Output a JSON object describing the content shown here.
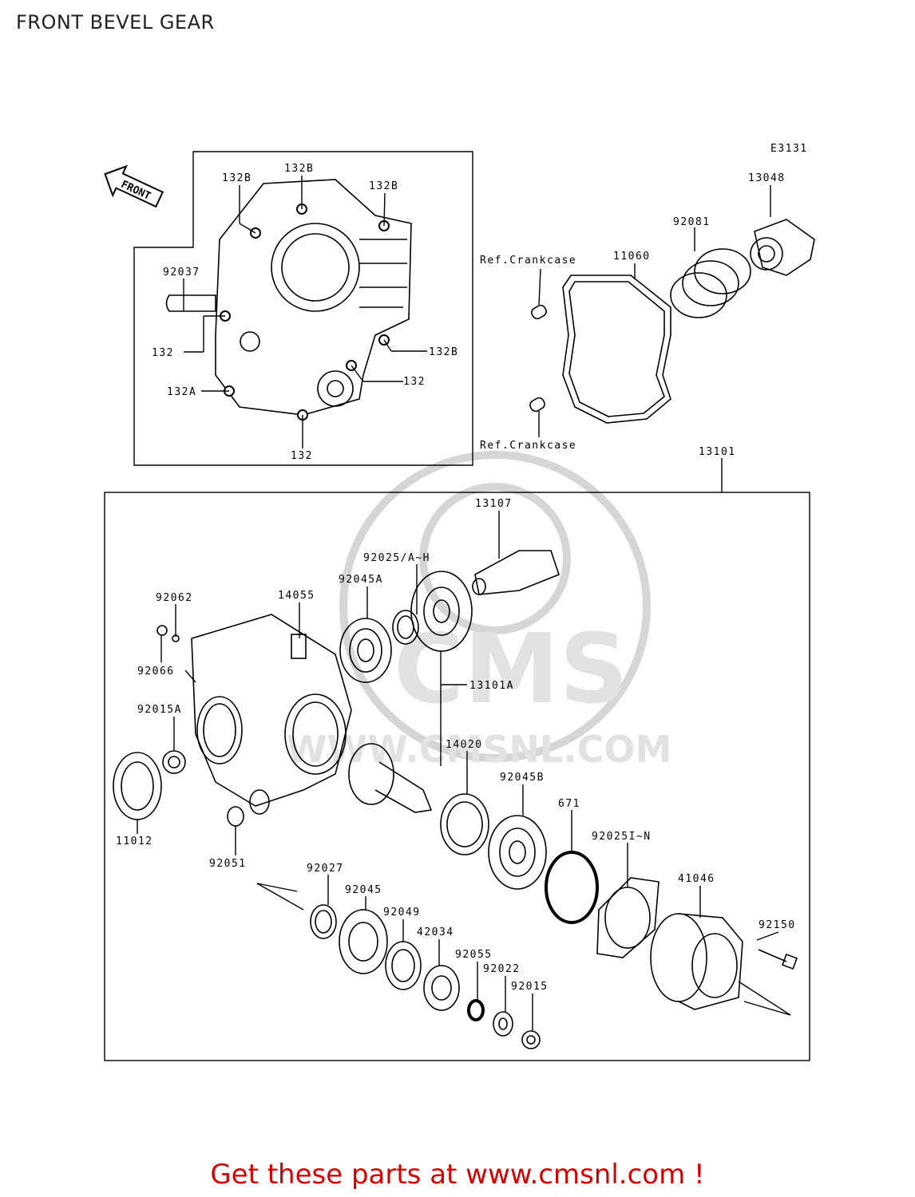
{
  "title": "FRONT BEVEL GEAR",
  "diagram_code": "E3131",
  "front_arrow_text": "FRONT",
  "watermark_text": "WWW.CMSNL.COM",
  "watermark_logo_text": "CMS",
  "footer": "Get these parts at www.cmsnl.com !",
  "labels": {
    "p132B_1": "132B",
    "p132B_2": "132B",
    "p132B_3": "132B",
    "p92037": "92037",
    "p132_a": "132",
    "p132B_4": "132B",
    "p132_b": "132",
    "p132A": "132A",
    "p132_c": "132",
    "p13048": "13048",
    "p92081": "92081",
    "ref_crankcase_1": "Ref.Crankcase",
    "p11060": "11060",
    "ref_crankcase_2": "Ref.Crankcase",
    "p13101": "13101",
    "p13107": "13107",
    "p92025AH": "92025/A~H",
    "p92045A": "92045A",
    "p92062": "92062",
    "p14055": "14055",
    "p92066": "92066",
    "p13101A": "13101A",
    "p92015A": "92015A",
    "p14020": "14020",
    "p92045B": "92045B",
    "p11012": "11012",
    "p671": "671",
    "p92025IN": "92025I~N",
    "p92051": "92051",
    "p92027": "92027",
    "p41046": "41046",
    "p92045": "92045",
    "p92049": "92049",
    "p42034": "42034",
    "p92150": "92150",
    "p92055": "92055",
    "p92022": "92022",
    "p92015": "92015"
  },
  "colors": {
    "footer": "#d40000",
    "lines": "#000000",
    "watermark": "#d6d6d6"
  }
}
